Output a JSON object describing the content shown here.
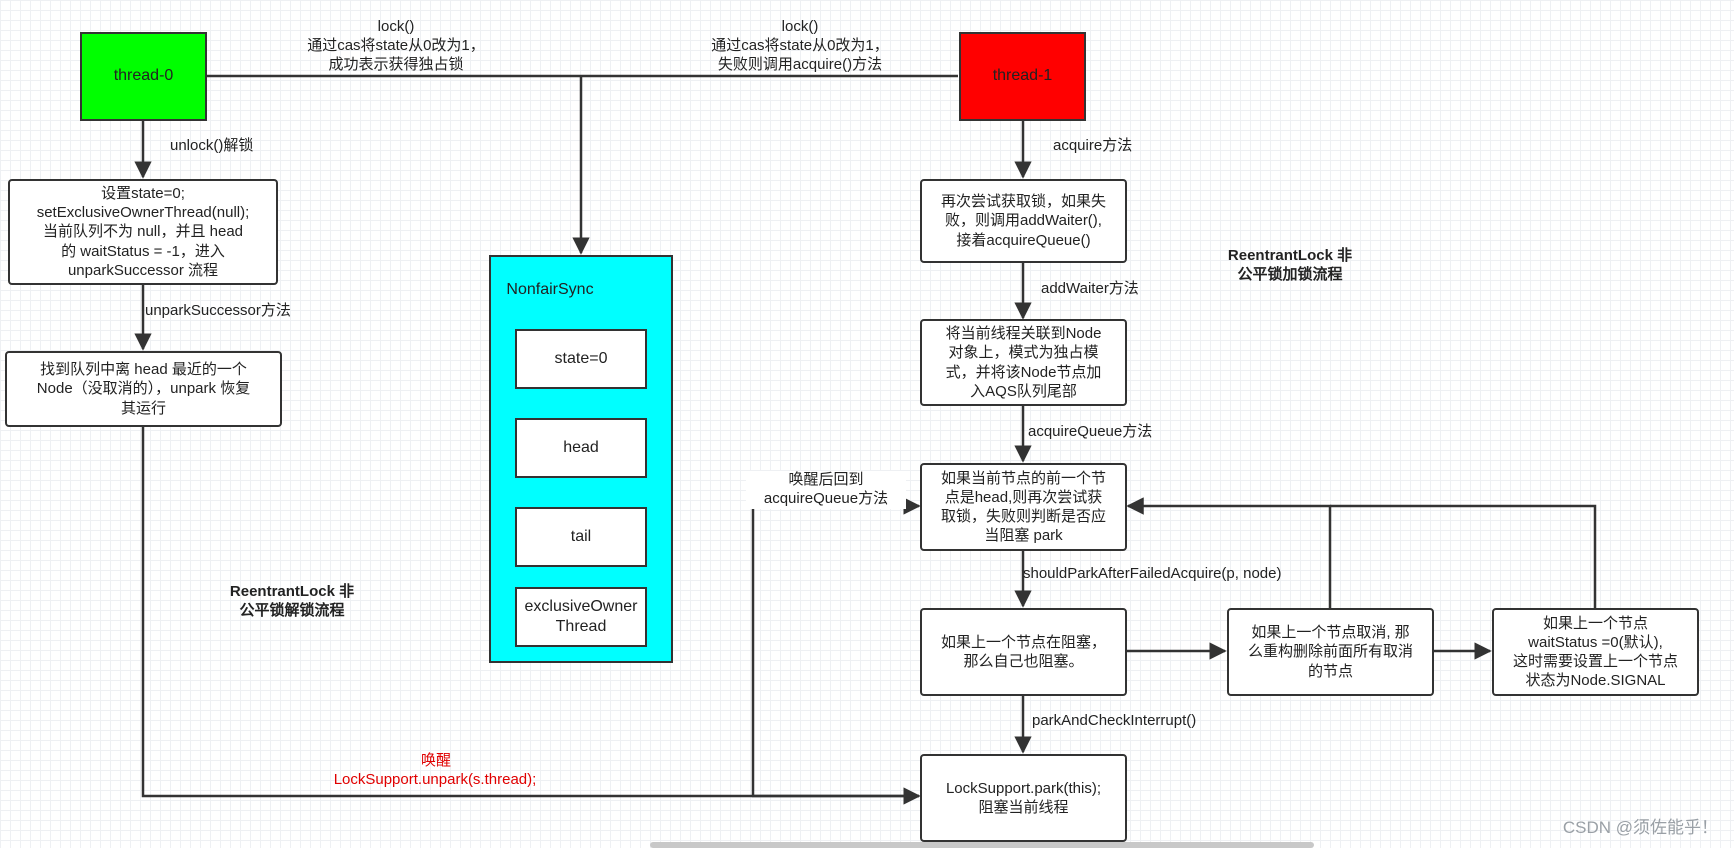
{
  "nodes": {
    "thread0": "thread-0",
    "thread1": "thread-1",
    "unlock_box": "设置state=0;\nsetExclusiveOwnerThread(null);\n当前队列不为 null，并且 head\n的 waitStatus = -1，进入\nunparkSuccessor 流程",
    "find_box": "找到队列中离 head 最近的一个\nNode（没取消的），unpark 恢复\n其运行",
    "retry_box": "再次尝试获取锁，如果失\n败，则调用addWaiter(),\n接着acquireQueue()",
    "addwaiter_box": "将当前线程关联到Node\n对象上，模式为独占模\n式，并将该Node节点加\n入AQS队列尾部",
    "acquirequeue_box": "如果当前节点的前一个节\n点是head,则再次尝试获\n取锁，失败则判断是否应\n当阻塞 park",
    "blocked_box": "如果上一个节点在阻塞，\n那么自己也阻塞。",
    "cancelled_box": "如果上一个节点取消, 那\n么重构删除前面所有取消\n的节点",
    "signal_box": "如果上一个节点\nwaitStatus =0(默认),\n这时需要设置上一个节点\n状态为Node.SIGNAL",
    "park_box": "LockSupport.park(this);\n阻塞当前线程"
  },
  "nonfair_sync": {
    "title": "NonfairSync",
    "fields": [
      "state=0",
      "head",
      "tail",
      "exclusiveOwnerThread"
    ]
  },
  "labels": {
    "lock_left": "lock()\n通过cas将state从0改为1，\n成功表示获得独占锁",
    "lock_right": "lock()\n通过cas将state从0改为1，\n失败则调用acquire()方法",
    "unlock": "unlock()解锁",
    "unpark_successor": "unparkSuccessor方法",
    "acquire": "acquire方法",
    "add_waiter": "addWaiter方法",
    "acquire_queue": "acquireQueue方法",
    "should_park": "shouldParkAfterFailedAcquire(p, node)",
    "park_check": "parkAndCheckInterrupt()",
    "wake_back": "唤醒后回到\nacquireQueue方法",
    "wake": "唤醒",
    "unpark_call": "LockSupport.unpark(s.thread);"
  },
  "titles": {
    "lock_flow": "ReentrantLock 非\n公平锁加锁流程",
    "unlock_flow": "ReentrantLock 非\n公平锁解锁流程"
  },
  "watermark": "CSDN @须佐能乎！",
  "colors": {
    "thread0_fill": "#00ff00",
    "thread1_fill": "#ff0000",
    "nonfair_fill": "#00ffff",
    "wake_text": "#e00000",
    "edge": "#333333"
  }
}
